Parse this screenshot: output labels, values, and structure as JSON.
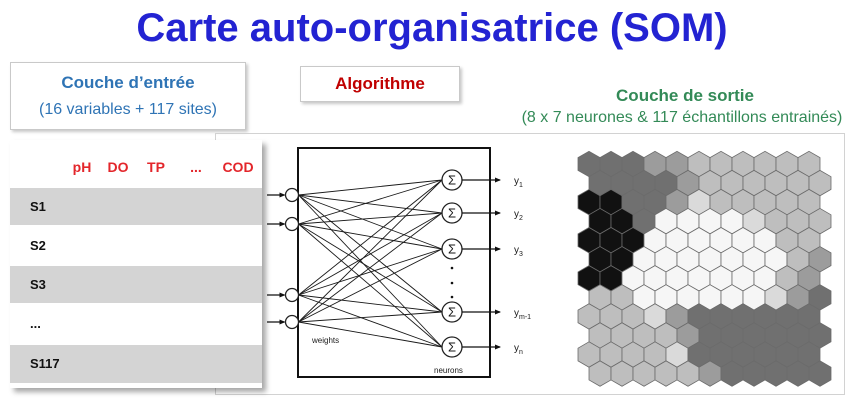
{
  "title": "Carte auto-organisatrice (SOM)",
  "input_layer": {
    "heading": "Couche d’entrée",
    "subheading": "(16 variables + 117 sites)"
  },
  "algorithm": {
    "label": "Algorithme"
  },
  "output_layer": {
    "heading": "Couche de sortie",
    "subheading": "(8 x 7 neurones & 117 échantillons entrainés)"
  },
  "data_table": {
    "columns": [
      "pH",
      "DO",
      "TP",
      "...",
      "COD"
    ],
    "rows": [
      "S1",
      "S2",
      "S3",
      "...",
      "S117"
    ]
  },
  "network": {
    "neuron_symbol": "Σ",
    "weights_label": "weights",
    "neurons_label": "neurons",
    "outputs": [
      {
        "base": "y",
        "sub": "1"
      },
      {
        "base": "y",
        "sub": "2"
      },
      {
        "base": "y",
        "sub": "3"
      },
      {
        "base": "y",
        "sub": "m-1"
      },
      {
        "base": "y",
        "sub": "n"
      }
    ]
  },
  "som_map": {
    "neuron_gray_levels": [
      [
        112,
        112,
        112,
        156,
        156,
        190,
        190,
        190,
        190,
        190,
        190
      ],
      [
        112,
        112,
        112,
        112,
        156,
        190,
        190,
        190,
        190,
        190,
        190
      ],
      [
        17,
        17,
        112,
        112,
        156,
        218,
        190,
        190,
        190,
        190,
        190
      ],
      [
        17,
        17,
        112,
        246,
        246,
        246,
        246,
        218,
        190,
        190,
        190
      ],
      [
        17,
        17,
        17,
        246,
        246,
        246,
        246,
        246,
        246,
        190,
        190
      ],
      [
        17,
        17,
        246,
        246,
        246,
        246,
        246,
        246,
        246,
        190,
        156
      ],
      [
        17,
        17,
        246,
        246,
        246,
        246,
        246,
        246,
        246,
        190,
        156
      ],
      [
        190,
        190,
        246,
        246,
        246,
        246,
        246,
        246,
        218,
        156,
        112
      ],
      [
        190,
        190,
        190,
        218,
        156,
        112,
        112,
        112,
        112,
        112,
        112
      ],
      [
        190,
        190,
        190,
        190,
        156,
        112,
        112,
        112,
        112,
        112,
        112
      ],
      [
        190,
        190,
        190,
        190,
        218,
        112,
        112,
        112,
        112,
        112,
        112
      ],
      [
        190,
        190,
        190,
        190,
        190,
        156,
        112,
        112,
        112,
        112,
        112
      ]
    ]
  },
  "colors": {
    "title": "#2323d2",
    "input_layer": "#2f74b5",
    "algorithm": "#c00000",
    "output_layer": "#338a57",
    "table_header": "#e3262b",
    "table_band": "#d4d4d4"
  }
}
